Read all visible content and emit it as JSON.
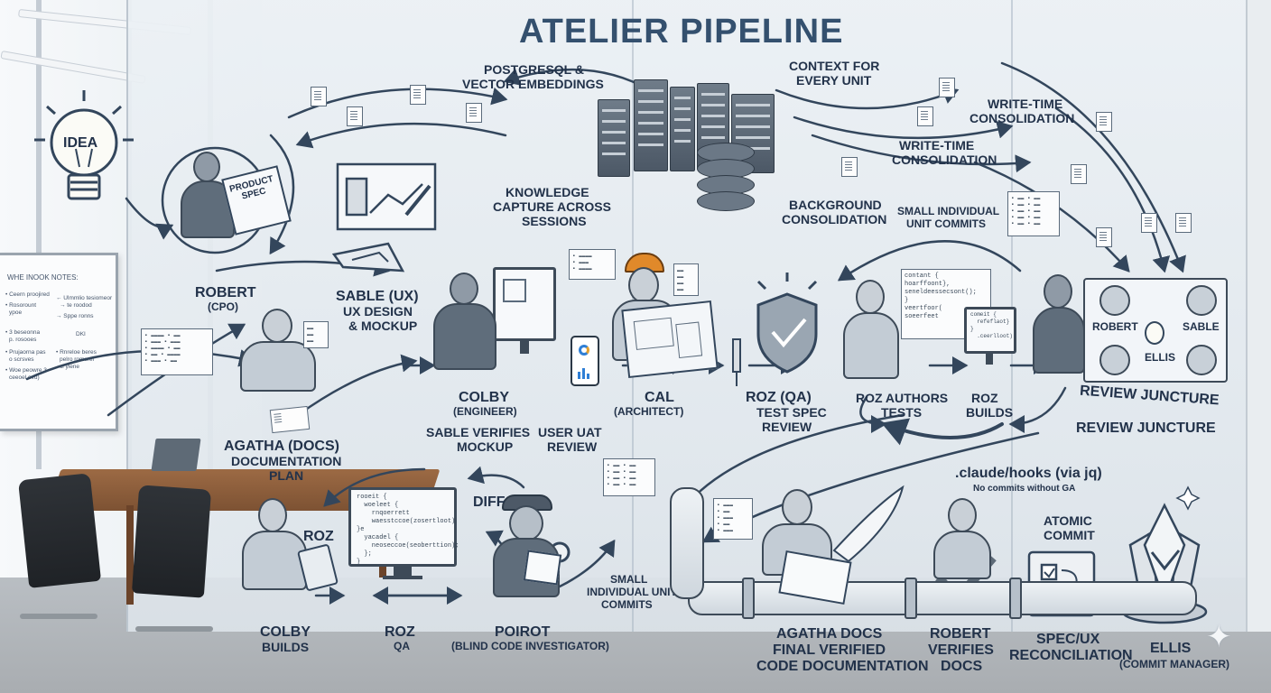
{
  "title": "ATELIER PIPELINE",
  "idea_bulb": {
    "label": "IDEA"
  },
  "whiteboard": {
    "heading": "WHE ΙΝΟΟΚ NOTES:",
    "notes": [
      "• Ceern proojired",
      "• Rosorount",
      "  ypoe",
      "• 3 beseonna",
      "  p. rosooes",
      "• Prujaorna pas",
      "  o scrsves",
      "• Woe peowre 3",
      "  ceeoel ovu)",
      "← Ulmmlio tesiomeor",
      "  → te roodod",
      "→ Sppe ronns",
      "DKI",
      "• Rnreloe beres",
      "  pelro romsrer",
      "  cl ylene"
    ]
  },
  "product_spec": {
    "label": "PRODUCT SPEC"
  },
  "roles": {
    "robert_cpo": {
      "name": "ROBERT",
      "role": "(CPO)"
    },
    "sable_ux": {
      "name": "SABLE (UX)",
      "line2": "UX DESIGN",
      "line3": "& MOCKUP"
    },
    "agatha_docs": {
      "name": "AGATHA (DOCS)",
      "line2": "DOCUMENTATION",
      "line3": "PLAN"
    },
    "colby_engineer": {
      "name": "COLBY",
      "role": "(ENGINEER)"
    },
    "sable_verifies": {
      "line1": "SABLE VERIFIES",
      "line2": "MOCKUP"
    },
    "user_uat": {
      "line1": "USER UAT",
      "line2": "REVIEW"
    },
    "cal_architect": {
      "name": "CAL",
      "role": "(ARCHITECT)"
    },
    "roz_qa": {
      "name": "ROZ (QA)",
      "line2": "TEST SPEC",
      "line3": "REVIEW"
    },
    "roz_authors": {
      "line1": "ROZ AUTHORS",
      "line2": "TESTS"
    },
    "roz_builds": {
      "line1": "ROZ",
      "line2": "BUILDS"
    },
    "colby_builds": {
      "line1": "COLBY",
      "line2": "BUILDS"
    },
    "roz_qa_bottom": {
      "line1": "ROZ",
      "line2": "QA"
    },
    "roz_small": "ROZ",
    "poirot": {
      "name": "POIROT",
      "role": "(BLIND CODE INVESTIGATOR)"
    },
    "diff": "DIFF",
    "agatha_final": {
      "line1": "AGATHA DOCS",
      "line2": "FINAL VERIFIED",
      "line3": "CODE DOCUMENTATION"
    },
    "robert_verifies": {
      "line1": "ROBERT",
      "line2": "VERIFIES",
      "line3": "DOCS"
    },
    "spec_ux": {
      "line1": "SPEC/UX",
      "line2": "RECONCILIATION"
    },
    "ellis": {
      "name": "ELLIS",
      "role": "(COMMIT MANAGER)"
    }
  },
  "infrastructure": {
    "postgres": {
      "line1": "POSTGRESQL &",
      "line2": "VECTOR EMBEDDINGS"
    },
    "context": {
      "line1": "CONTEXT FOR",
      "line2": "EVERY UNIT"
    },
    "knowledge": {
      "line1": "KNOWLEDGE",
      "line2": "CAPTURE ACROSS",
      "line3": "SESSIONS"
    },
    "background": {
      "line1": "BACKGROUND",
      "line2": "CONSOLIDATION"
    },
    "write_time_1": {
      "line1": "WRITE-TIME",
      "line2": "CONSOLIDATION"
    },
    "write_time_2": {
      "line1": "WRITE-TIME",
      "line2": "CONSOLIDATION"
    },
    "small_commits_top": {
      "line1": "SMALL INDIVIDUAL",
      "line2": "UNIT COMMITS"
    },
    "small_commits_bottom": {
      "line1": "SMALL",
      "line2": "INDIVIDUAL UNIT",
      "line3": "COMMITS"
    }
  },
  "review_juncture": {
    "panel_label": "REVIEW JUNCTURE",
    "label": "REVIEW JUNCTURE",
    "members": [
      "ROBERT",
      "SABLE",
      "ELLIS"
    ]
  },
  "hooks": {
    "line1": ".claude/hooks (via jq)",
    "line2": "No commits without GA"
  },
  "atomic_commit": {
    "line1": "ATOMIC",
    "line2": "COMMIT"
  },
  "code_snippets": {
    "roz_monitor": [
      "contant {",
      "  hoarffoont},",
      "  seneldeessecsont();",
      "}",
      "  veertfoor(",
      "  soeerfeet"
    ],
    "roz_monitor_2": [
      "comeit {",
      "  refeflaot}",
      "}",
      "  .ceerlloot)"
    ],
    "poirot_monitor": [
      "rooeit {",
      "  woeleet {",
      "    rnqoerrett",
      "    waesstccoe(zosertloot)",
      "}e",
      "  yacadel {",
      "    neoseccoe(seoberttion);",
      "  };",
      "}"
    ]
  },
  "colors": {
    "ink": "#26364a",
    "title": "#34506e",
    "arrow": "#33465c",
    "hardhat": "#e0892a",
    "phone_accent": "#2f7fd6"
  }
}
